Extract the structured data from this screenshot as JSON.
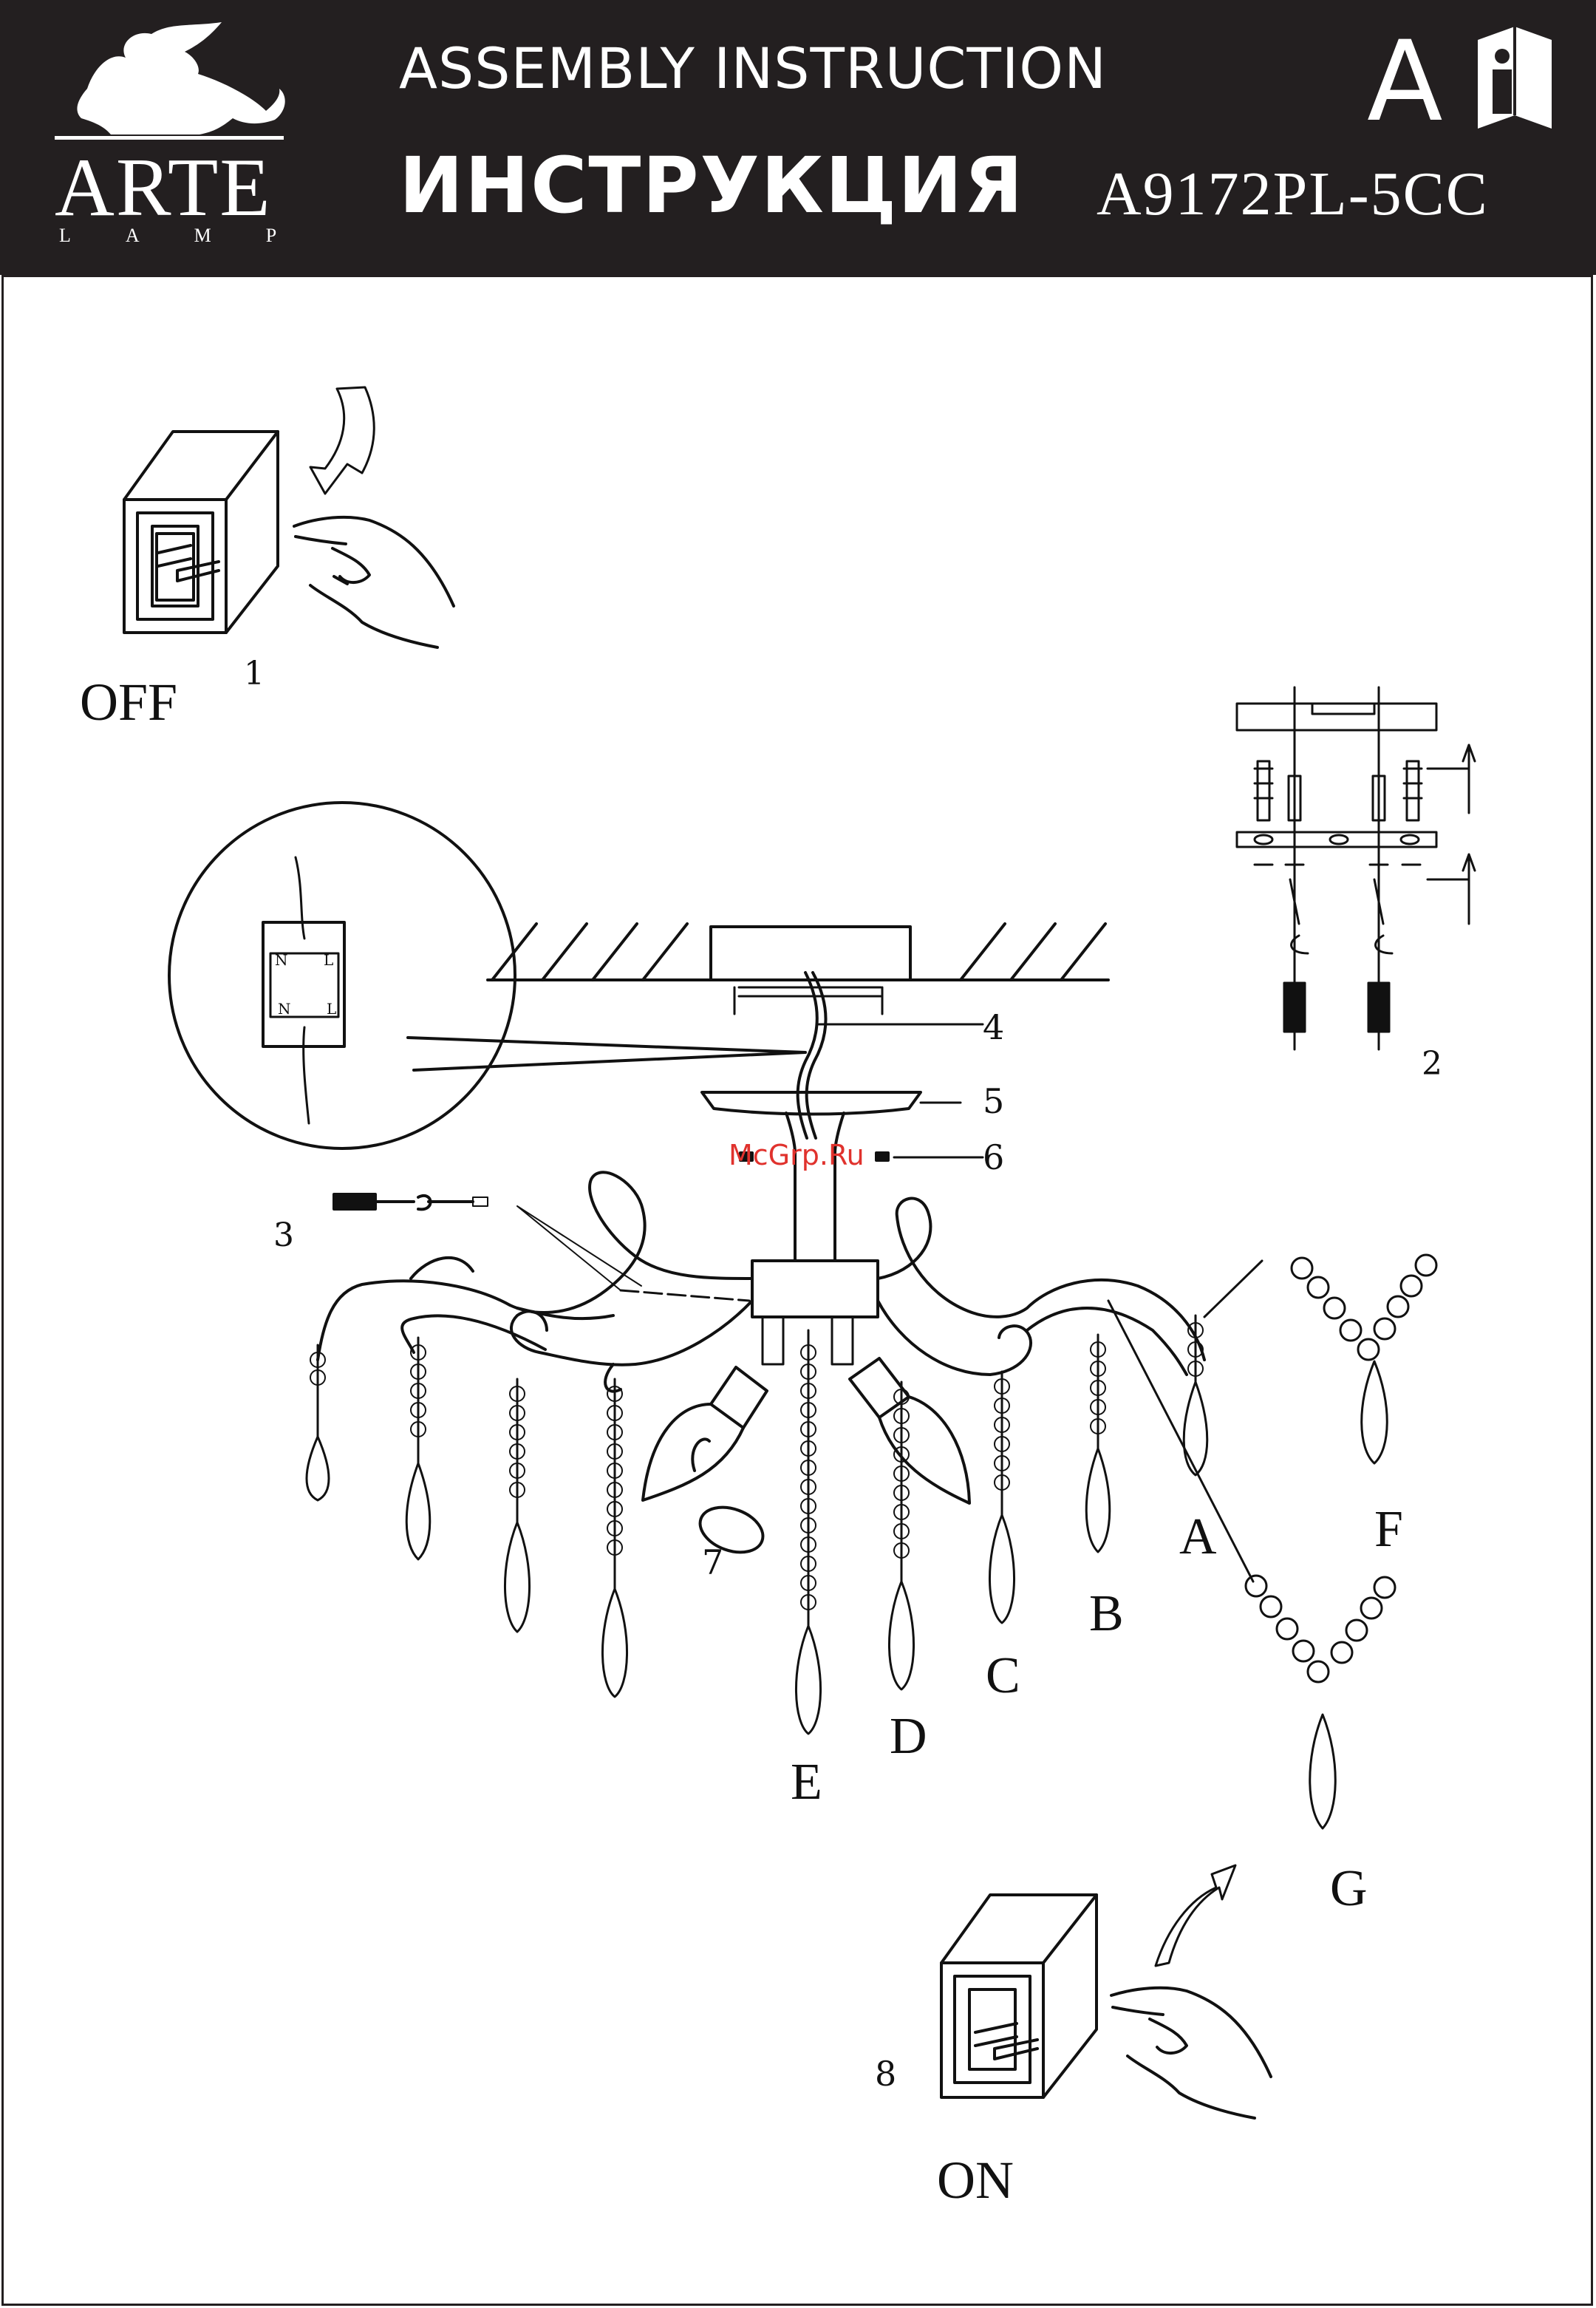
{
  "header": {
    "title_en": "ASSEMBLY INSTRUCTION",
    "title_ru": "ИНСТРУКЦИЯ",
    "model": "A9172PL-5CC",
    "brand": "ARTE",
    "brand_sub": "LAMP",
    "lang_letter": "A",
    "info_icon": "info-book-icon"
  },
  "steps": {
    "s1": "1",
    "s2": "2",
    "s3": "3",
    "s4": "4",
    "s5": "5",
    "s6": "6",
    "s7": "7",
    "s8": "8"
  },
  "switch": {
    "off": "OFF",
    "on": "ON"
  },
  "parts": {
    "a": "A",
    "b": "B",
    "c": "C",
    "d": "D",
    "e": "E",
    "f": "F",
    "g": "G"
  },
  "connector": {
    "n": "N",
    "l": "L"
  },
  "watermark": "McGrp.Ru",
  "colors": {
    "header_bg": "#231f20",
    "line": "#111111",
    "watermark": "#e0322d"
  }
}
